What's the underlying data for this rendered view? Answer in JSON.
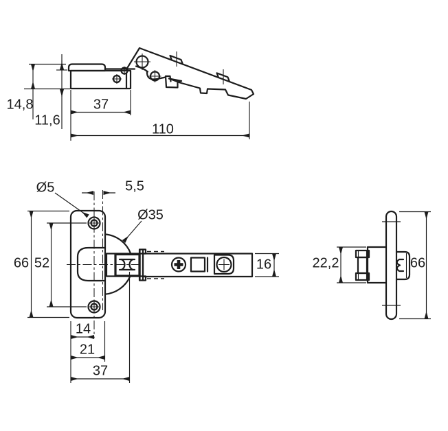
{
  "drawing": {
    "title": "concealed cabinet hinge technical drawing",
    "background": "#ffffff",
    "line_color": "#1c1c1c",
    "labels": {
      "side_view": {
        "overall_height": "14,8",
        "cup_depth": "11,6",
        "cup_length": "37",
        "overall_length": "110"
      },
      "front_view": {
        "screw_hole_diameter": "Ø5",
        "cup_to_screw_offset": "5,5",
        "cup_diameter": "Ø35",
        "plate_length": "66",
        "screw_distance": "52",
        "arm_width": "16",
        "plate_edge_to_screw": "14",
        "plate_width": "21",
        "cup_drilling_distance": "37"
      },
      "end_view": {
        "body_width": "22,2",
        "plate_length": "66"
      }
    }
  }
}
